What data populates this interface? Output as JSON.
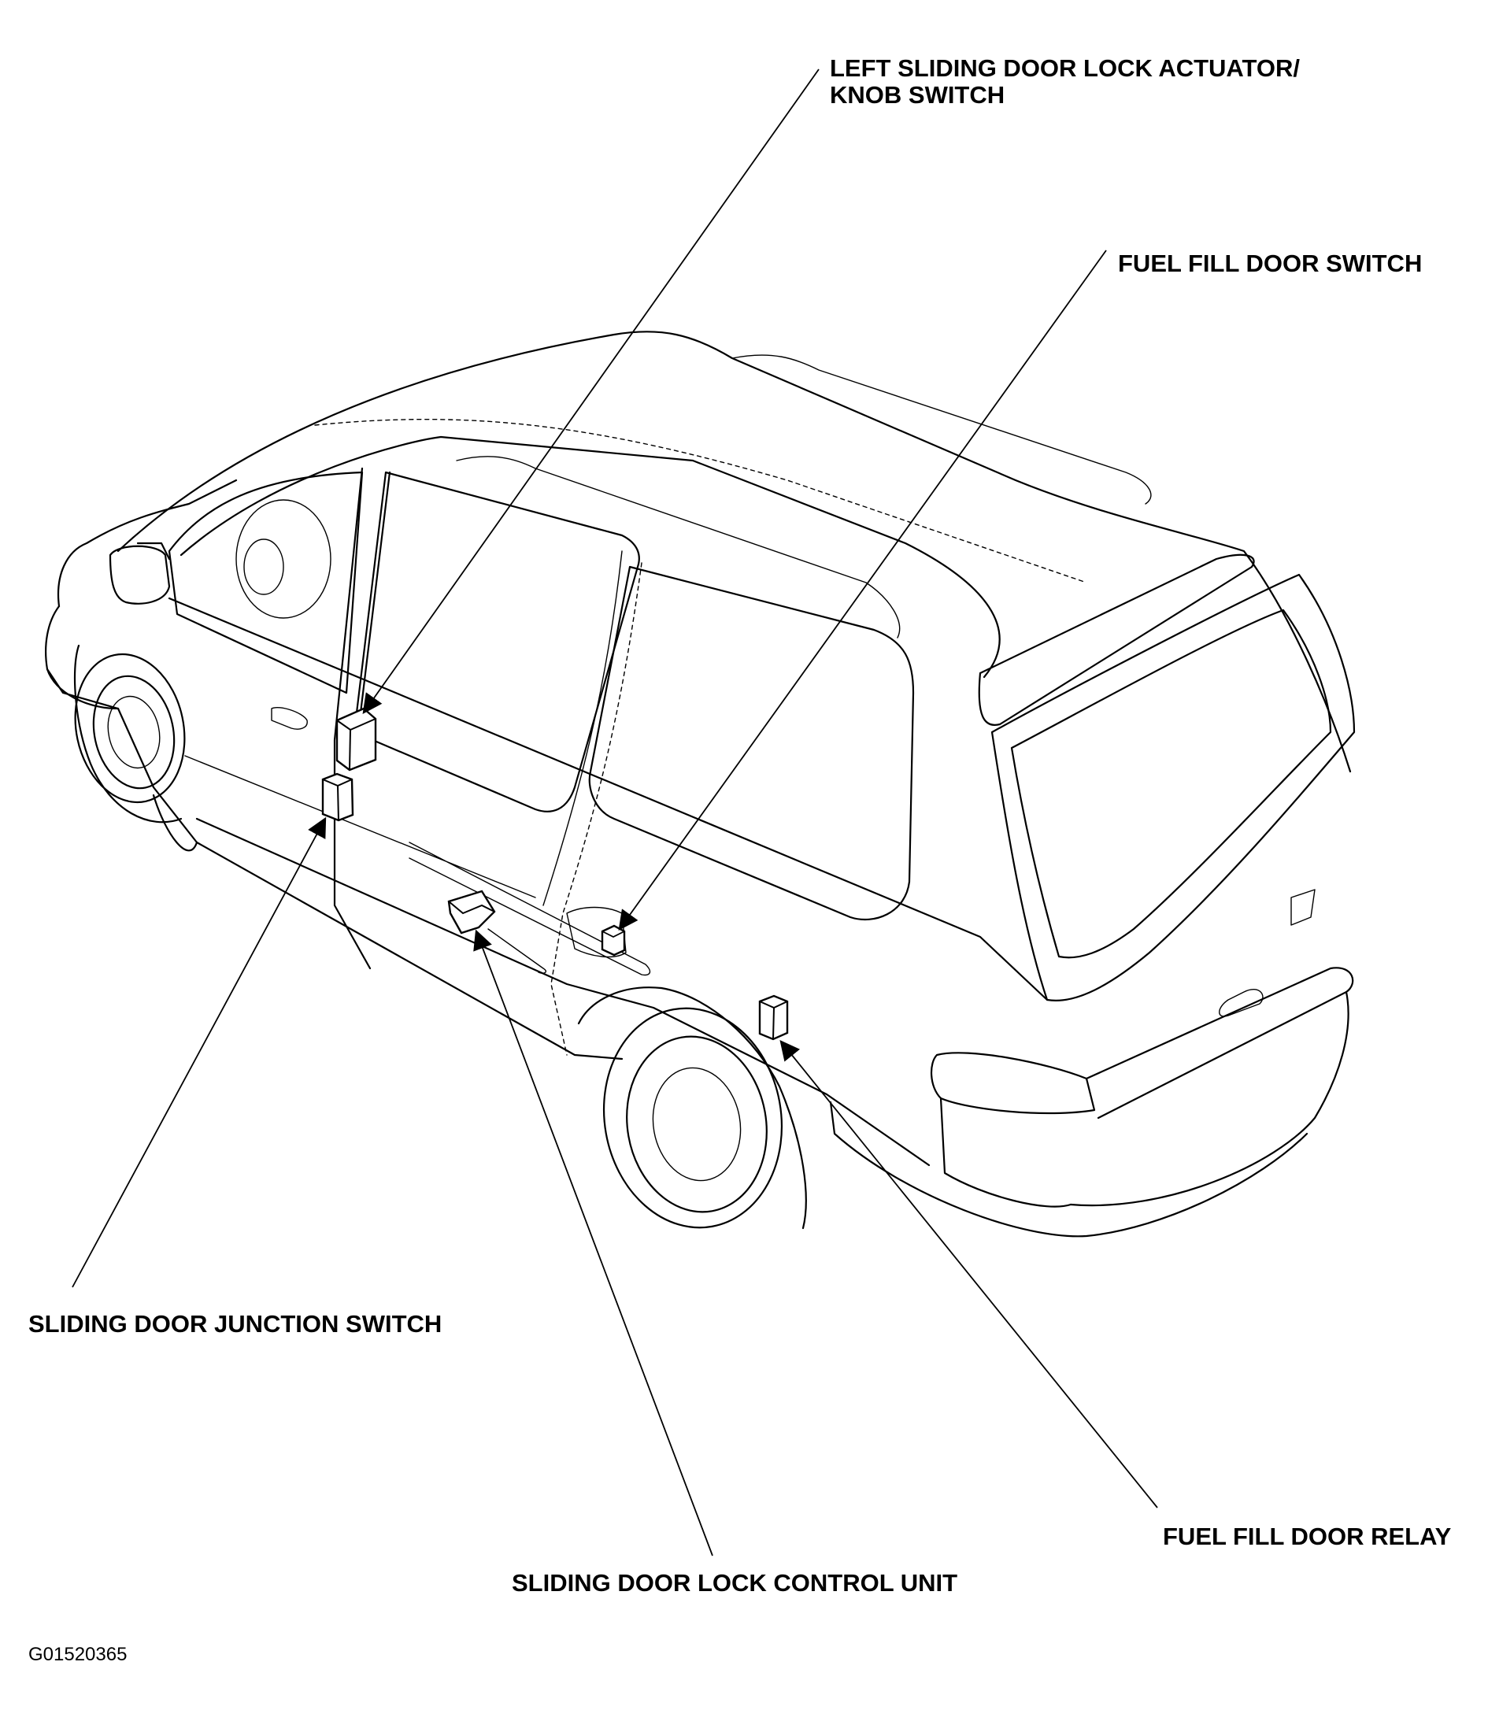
{
  "labels": {
    "left_actuator_line1": "LEFT SLIDING DOOR LOCK ACTUATOR/",
    "left_actuator_line2": "KNOB SWITCH",
    "fuel_fill_switch": "FUEL FILL DOOR SWITCH",
    "junction_switch": "SLIDING DOOR JUNCTION SWITCH",
    "fuel_fill_relay": "FUEL FILL DOOR RELAY",
    "control_unit": "SLIDING DOOR LOCK CONTROL UNIT"
  },
  "figure_code": "G01520365",
  "colors": {
    "ink": "#000000",
    "paper": "#ffffff"
  }
}
